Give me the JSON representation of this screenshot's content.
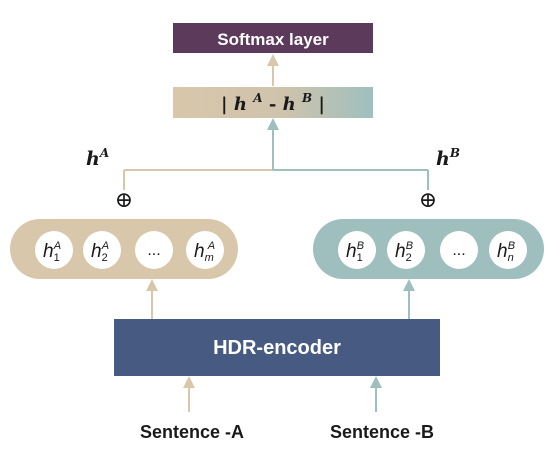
{
  "softmax": {
    "label": "Softmax layer"
  },
  "difference": {
    "bar_left": "|",
    "h": "h",
    "sup_a": "A",
    "minus": "-",
    "sup_b": "B",
    "bar_right": "|"
  },
  "left_branch": {
    "h": "h",
    "sup": "A",
    "concat_symbol": "⊕",
    "tokens": [
      {
        "base": "h",
        "sub": "1",
        "sup": "A"
      },
      {
        "base": "h",
        "sub": "2",
        "sup": "A"
      },
      {
        "ellipsis": "..."
      },
      {
        "base": "h",
        "sub": "m",
        "sup": "A"
      }
    ]
  },
  "right_branch": {
    "h": "h",
    "sup": "B",
    "concat_symbol": "⊕",
    "tokens": [
      {
        "base": "h",
        "sub": "1",
        "sup": "B"
      },
      {
        "base": "h",
        "sub": "2",
        "sup": "B"
      },
      {
        "ellipsis": "..."
      },
      {
        "base": "h",
        "sub": "n",
        "sup": "B"
      }
    ]
  },
  "encoder": {
    "label": "HDR-encoder"
  },
  "inputs": {
    "sentence_a": "Sentence -A",
    "sentence_b": "Sentence -B"
  },
  "colors": {
    "softmax_fill": "#5b3a5b",
    "beige": "#d8c7ab",
    "teal": "#9fbfbf",
    "encoder_fill": "#465a82",
    "text_dark": "#1a1a1a",
    "white": "#ffffff"
  }
}
